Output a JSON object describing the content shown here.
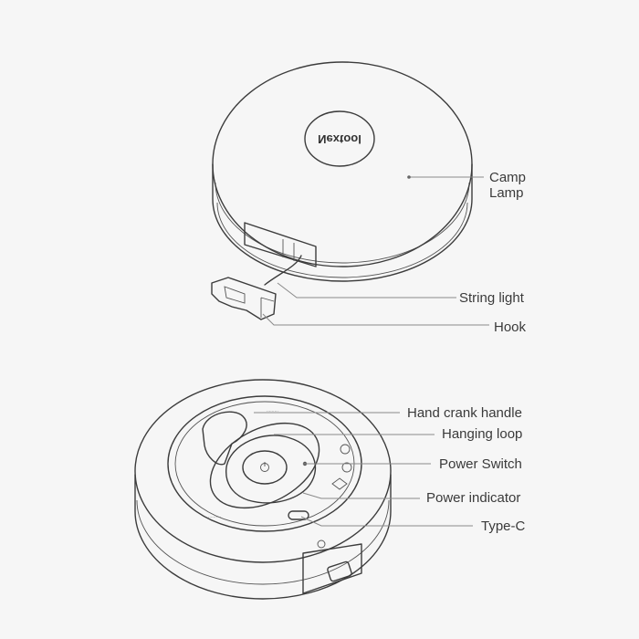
{
  "diagram": {
    "brand": "Nextool",
    "labels": {
      "camp_lamp_1": "Camp",
      "camp_lamp_2": "Lamp",
      "string_light": "String light",
      "hook": "Hook",
      "hand_crank_handle": "Hand crank handle",
      "hanging_loop": "Hanging loop",
      "power_switch": "Power Switch",
      "power_indicator": "Power indicator",
      "type_c": "Type-C"
    },
    "colors": {
      "background": "#f6f6f6",
      "outline": "#3c3c3c",
      "leader": "#8a8a8a",
      "text": "#3a3a3a"
    }
  }
}
